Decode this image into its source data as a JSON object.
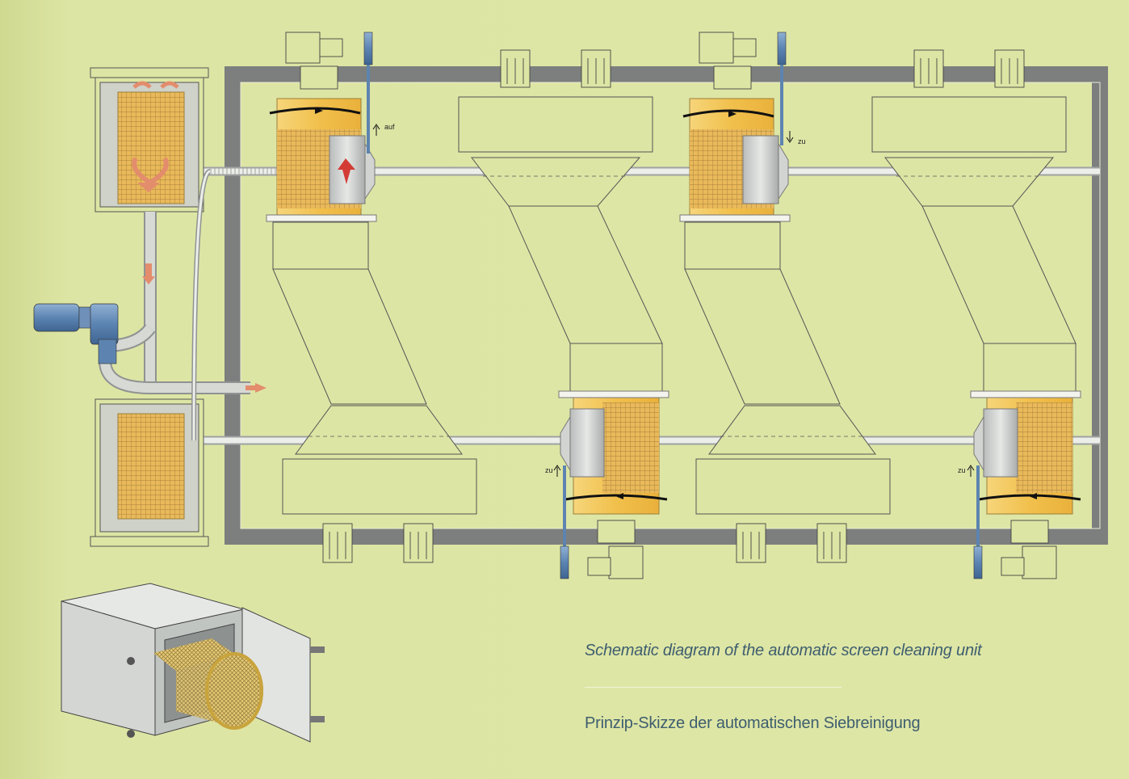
{
  "labels": {
    "valve_open": "auf",
    "valve_close_top": "zu",
    "valve_close_bottom_1": "zu",
    "valve_close_bottom_2": "zu"
  },
  "captions": {
    "english": "Schematic diagram of the automatic screen cleaning unit",
    "german": "Prinzip-Skizze der automatischen Siebreinigung"
  },
  "colors": {
    "background": "#dde5a4",
    "frame": "#7c7f7d",
    "screen_yellow": "#f3c655",
    "motor_blue": "#5f87b4",
    "flow_arrow": "#e38d6d",
    "valve_arrow": "#d33c35",
    "caption_text": "#3e5e6f"
  }
}
